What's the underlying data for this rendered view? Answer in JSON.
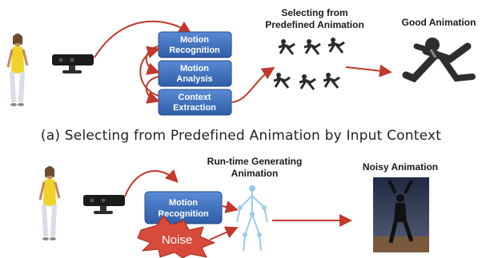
{
  "top": {
    "boxes": [
      "Motion Recognition",
      "Motion Analysis",
      "Context Extraction"
    ],
    "heading_selecting": [
      "Selecting from",
      "Predefined Animation"
    ],
    "heading_good": "Good Animation"
  },
  "caption": "(a) Selecting from Predefined Animation by Input Context",
  "bottom": {
    "box": "Motion Recognition",
    "noise": "Noise",
    "heading_runtime": [
      "Run-time Generating",
      "Animation"
    ],
    "heading_noisy": "Noisy Animation"
  },
  "colors": {
    "box_fill": "#3f73c4",
    "arrow": "#c0392b",
    "noise_fill": "#d84a3a",
    "skeleton": "#9ccbea"
  }
}
